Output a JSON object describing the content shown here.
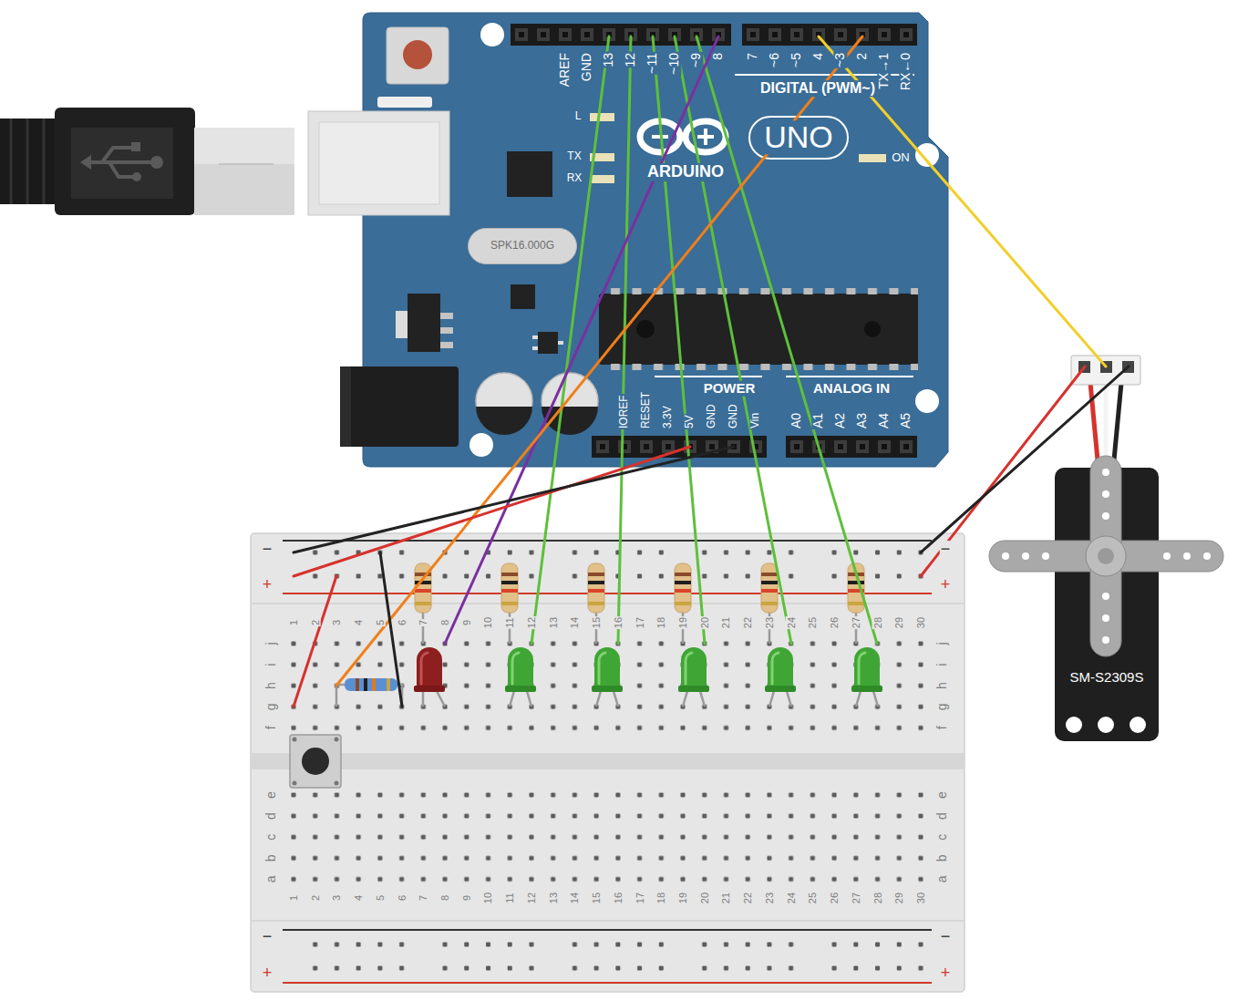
{
  "diagram": {
    "nodes": [
      {
        "text": [
          "SPK16.000G"
        ]
      },
      {
        "text": [
          "SM-S2309S"
        ]
      }
    ],
    "labels": [
      "AREF",
      "GND",
      "13",
      "12",
      "~11",
      "~10",
      "~9",
      "8",
      "7",
      "~6",
      "~5",
      "4",
      "~3",
      "2",
      "TX→1",
      "RX←0",
      "DIGITAL (PWM~)",
      "L",
      "TX",
      "RX",
      "ARDUINO",
      "UNO",
      "ON",
      "IOREF",
      "RESET",
      "3.3V",
      "5V",
      "GND",
      "GND",
      "Vin",
      "POWER",
      "ANALOG IN",
      "A0",
      "A1",
      "A2",
      "A3",
      "A4",
      "A5",
      "1",
      "2",
      "3",
      "4",
      "5",
      "6",
      "7",
      "8",
      "9",
      "10",
      "11",
      "12",
      "13",
      "14",
      "15",
      "16",
      "17",
      "18",
      "19",
      "20",
      "21",
      "22",
      "23",
      "24",
      "25",
      "26",
      "27",
      "28",
      "29",
      "30",
      "1",
      "2",
      "3",
      "4",
      "5",
      "6",
      "7",
      "8",
      "9",
      "10",
      "11",
      "12",
      "13",
      "14",
      "15",
      "16",
      "17",
      "18",
      "19",
      "20",
      "21",
      "22",
      "23",
      "24",
      "25",
      "26",
      "27",
      "28",
      "29",
      "30",
      "j",
      "i",
      "h",
      "g",
      "f",
      "e",
      "d",
      "c",
      "b",
      "a",
      "j",
      "i",
      "h",
      "g",
      "f",
      "e",
      "d",
      "c",
      "b",
      "a",
      "−",
      "+",
      "−",
      "+",
      "−",
      "+",
      "−",
      "+"
    ]
  }
}
